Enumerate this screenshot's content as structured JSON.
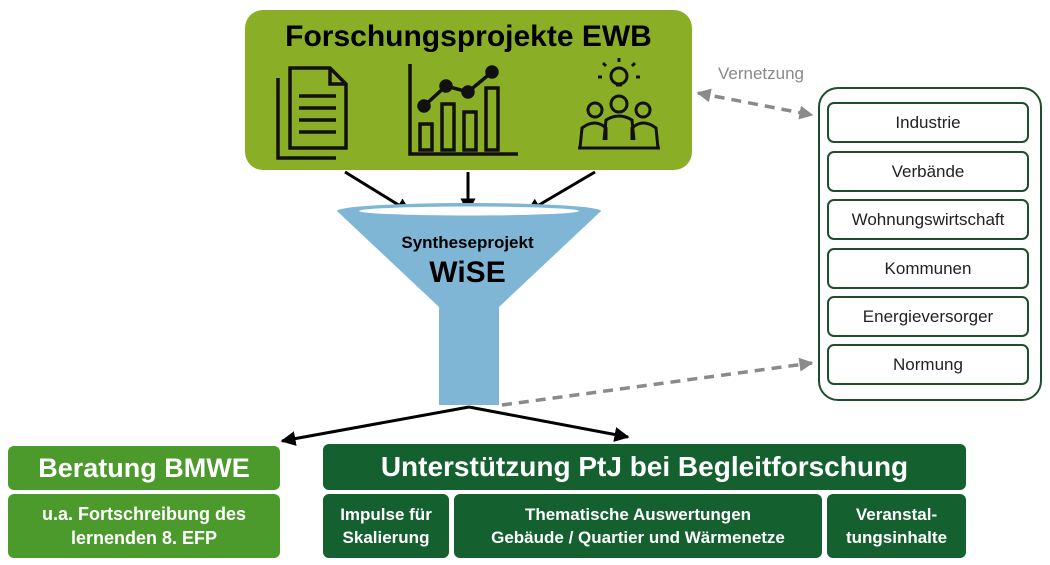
{
  "top": {
    "title": "Forschungsprojekte EWB",
    "icons": [
      "document-icon",
      "chart-icon",
      "team-idea-icon"
    ]
  },
  "funnel": {
    "label": "Syntheseprojekt",
    "name": "WiSE",
    "color": "#7fb6d6"
  },
  "network": {
    "label": "Vernetzung",
    "stakeholders": [
      "Industrie",
      "Verbände",
      "Wohnungswirtschaft",
      "Kommunen",
      "Energieversorger",
      "Normung"
    ]
  },
  "outputs": {
    "beratung": {
      "title": "Beratung BMWE",
      "sub_line1": "u.a. Fortschreibung des",
      "sub_line2": "lernenden 8. EFP"
    },
    "ptj": {
      "title": "Unterstützung PtJ bei Begleitforschung",
      "items": [
        {
          "line1": "Impulse für",
          "line2": "Skalierung"
        },
        {
          "line1": "Thematische Auswertungen",
          "line2": "Gebäude / Quartier und Wärmenetze"
        },
        {
          "line1": "Veranstal-",
          "line2": "tungsinhalte"
        }
      ]
    }
  },
  "colors": {
    "top_green": "#8aaf27",
    "light_green": "#4d9a2c",
    "dark_green": "#14602f",
    "panel_border": "#1f4e2e",
    "dashed_gray": "#8a8a8a"
  }
}
